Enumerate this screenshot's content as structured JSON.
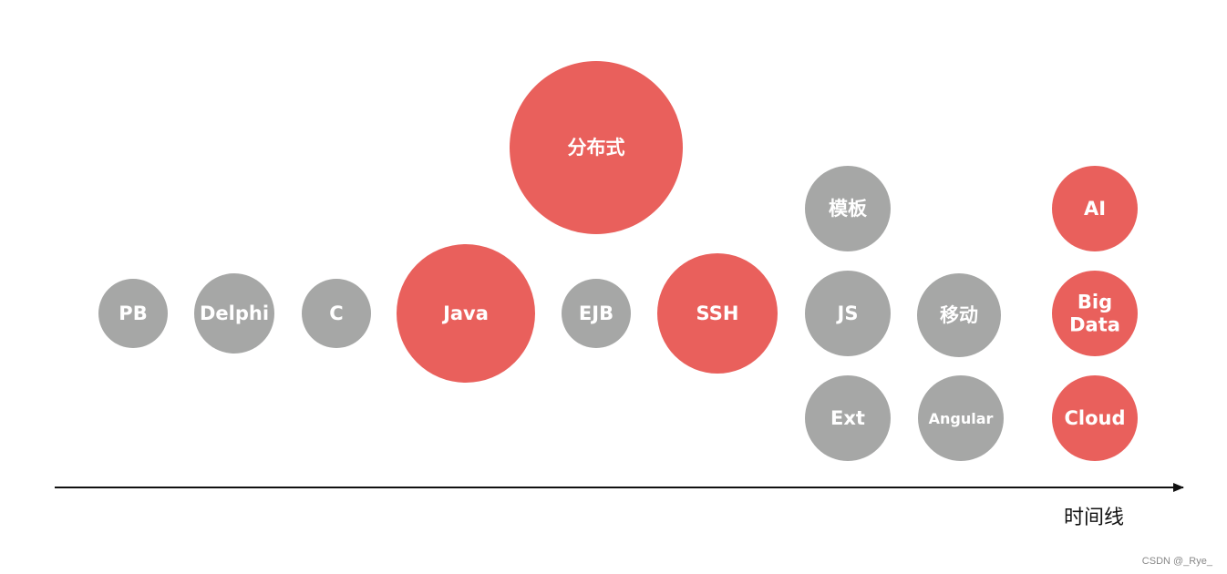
{
  "colors": {
    "highlight": "#e9605c",
    "neutral": "#a6a7a6",
    "axis": "#111111"
  },
  "timeline": {
    "label": "时间线",
    "items": [
      {
        "id": "pb",
        "label": "PB",
        "style": "neutral"
      },
      {
        "id": "delphi",
        "label": "Delphi",
        "style": "neutral"
      },
      {
        "id": "c",
        "label": "C",
        "style": "neutral"
      },
      {
        "id": "java",
        "label": "Java",
        "style": "highlight"
      },
      {
        "id": "distributed",
        "label": "分布式",
        "style": "highlight"
      },
      {
        "id": "ejb",
        "label": "EJB",
        "style": "neutral"
      },
      {
        "id": "ssh",
        "label": "SSH",
        "style": "highlight"
      },
      {
        "id": "template",
        "label": "模板",
        "style": "neutral"
      },
      {
        "id": "js",
        "label": "JS",
        "style": "neutral"
      },
      {
        "id": "ext",
        "label": "Ext",
        "style": "neutral"
      },
      {
        "id": "mobile",
        "label": "移动",
        "style": "neutral"
      },
      {
        "id": "angular",
        "label": "Angular",
        "style": "neutral"
      },
      {
        "id": "ai",
        "label": "AI",
        "style": "highlight"
      },
      {
        "id": "bigdata",
        "label": "Big\nData",
        "style": "highlight"
      },
      {
        "id": "cloud",
        "label": "Cloud",
        "style": "highlight"
      }
    ]
  },
  "watermark": "CSDN @_Rye_"
}
